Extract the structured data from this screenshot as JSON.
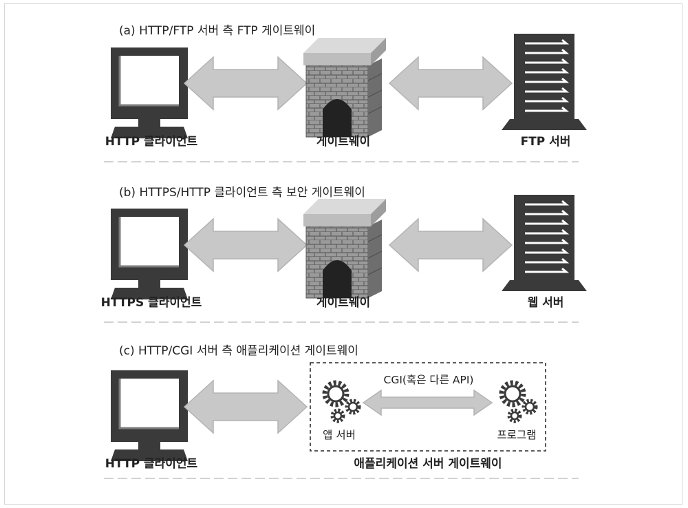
{
  "panels": [
    {
      "title": "(a) HTTP/FTP 서버 측 FTP 게이트웨이",
      "client_label": "HTTP 클라이언트",
      "gateway_label": "게이트웨이",
      "server_label": "FTP 서버"
    },
    {
      "title": "(b) HTTPS/HTTP 클라이언트 측 보안 게이트웨이",
      "client_label": "HTTPS 클라이언트",
      "gateway_label": "게이트웨이",
      "server_label": "웹 서버"
    },
    {
      "title": "(c) HTTP/CGI 서버 측 애플리케이션 게이트웨이",
      "client_label": "HTTP 클라이언트",
      "app_server_label": "앱 서버",
      "interface_label": "CGI(혹은 다른 API)",
      "program_label": "프로그램",
      "gateway_label": "애플리케이션 서버 게이트웨이"
    }
  ],
  "colors": {
    "dark": "#3a3a3a",
    "arrow": "#c8c8c8",
    "arrow_edge": "#b3b3b3",
    "brick": "#8d8d8d",
    "cap": "#d2d2d2",
    "divider": "#c4c4c4"
  }
}
